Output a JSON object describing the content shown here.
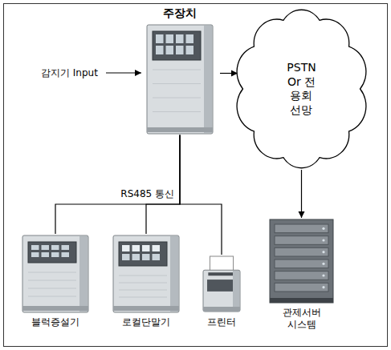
{
  "diagram": {
    "nodes": [
      {
        "text": [
          "주장치"
        ]
      },
      {
        "text": [
          "PSTN Or 전용회선망"
        ]
      },
      {
        "text": [
          "관제서버 시스템"
        ]
      },
      {
        "text": [
          "블럭증설기"
        ]
      },
      {
        "text": [
          "로컬단말기"
        ]
      },
      {
        "text": [
          "프린터"
        ]
      }
    ],
    "edges": [
      {
        "from": 0,
        "to": 1,
        "arrow": "to"
      },
      {
        "from": 1,
        "to": 2,
        "arrow": "to"
      },
      {
        "from": 0,
        "to": 3,
        "arrow": "none"
      },
      {
        "from": 0,
        "to": 4,
        "arrow": "none"
      },
      {
        "from": 0,
        "to": 5,
        "arrow": "none"
      }
    ],
    "labels": [
      "감지기 Input",
      "RS485 통신"
    ]
  }
}
